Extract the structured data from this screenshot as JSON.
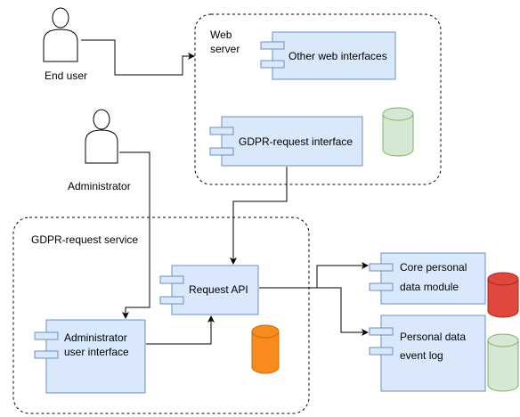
{
  "actors": {
    "end_user": "End user",
    "administrator": "Administrator"
  },
  "groups": {
    "web_server": {
      "line1": "Web",
      "line2": "server"
    },
    "gdpr_request_service": "GDPR-request service"
  },
  "components": {
    "other_web_interfaces": "Other web interfaces",
    "gdpr_request_interface": "GDPR-request interface",
    "request_api": "Request API",
    "admin_ui": {
      "line1": "Administrator",
      "line2": "user interface"
    },
    "core_personal_data": {
      "line1": "Core personal",
      "line2": "data module"
    },
    "personal_data_event_log": {
      "line1": "Personal data",
      "line2": "event log"
    }
  },
  "colors": {
    "component_fill": "#dae8fc",
    "component_stroke": "#6c8ebf",
    "db_green_fill": "#d5e8d4",
    "db_green_stroke": "#82b366",
    "db_red_fill": "#e0473d",
    "db_red_stroke": "#a02a20",
    "db_orange_fill": "#f88b1d",
    "db_orange_stroke": "#c76b0a"
  }
}
